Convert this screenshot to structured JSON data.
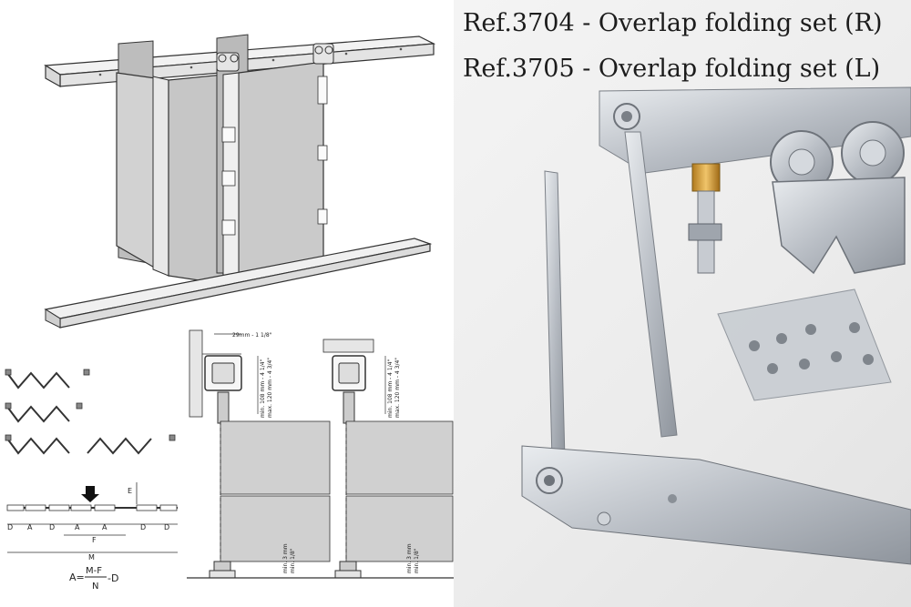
{
  "titles": [
    "Ref.3704 - Overlap folding set (R)",
    "Ref.3705 - Overlap folding set (L)"
  ],
  "section_labels": {
    "track_width": "29mm - 1 1/8\"",
    "height_min": "min. 108 mm - 4 1/4\"",
    "height_max": "max. 120 mm - 4 3/4\"",
    "bottom_min": "min. 3 mm",
    "bottom_imp": "min. 1/8\""
  },
  "dimension_labels": {
    "d": "D",
    "a": "A",
    "e": "E",
    "f": "F",
    "m": "M"
  },
  "formula": {
    "lhs": "A=",
    "numerator": "M-F",
    "denominator": "N",
    "tail": "-D"
  },
  "colors": {
    "panel_gray": "#cfcfcf",
    "line": "#333333",
    "metal": "#c8ccd2"
  }
}
